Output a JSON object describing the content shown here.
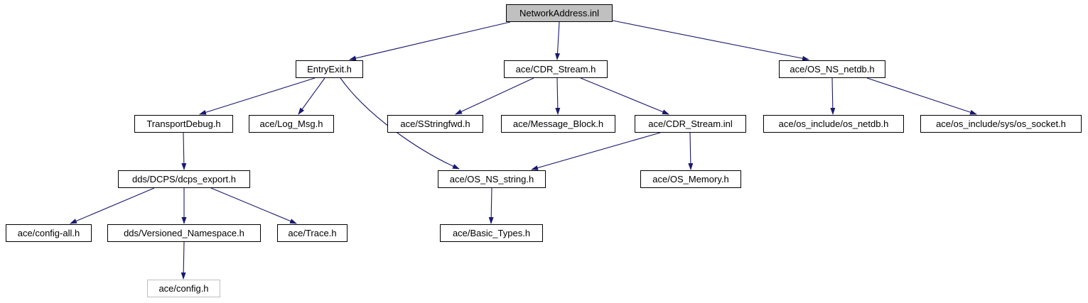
{
  "colors": {
    "edge": "#191970",
    "node_border": "#000000",
    "root_fill": "#c0c0c0",
    "undocumented_border": "#bebebe",
    "background": "#ffffff"
  },
  "nodes": [
    {
      "id": "NetworkAddress.inl",
      "label": "NetworkAddress.inl",
      "kind": "root"
    },
    {
      "id": "EntryExit.h",
      "label": "EntryExit.h",
      "kind": "normal"
    },
    {
      "id": "ace/CDR_Stream.h",
      "label": "ace/CDR_Stream.h",
      "kind": "normal"
    },
    {
      "id": "ace/OS_NS_netdb.h",
      "label": "ace/OS_NS_netdb.h",
      "kind": "normal"
    },
    {
      "id": "TransportDebug.h",
      "label": "TransportDebug.h",
      "kind": "normal"
    },
    {
      "id": "ace/Log_Msg.h",
      "label": "ace/Log_Msg.h",
      "kind": "normal"
    },
    {
      "id": "ace/SStringfwd.h",
      "label": "ace/SStringfwd.h",
      "kind": "normal"
    },
    {
      "id": "ace/Message_Block.h",
      "label": "ace/Message_Block.h",
      "kind": "normal"
    },
    {
      "id": "ace/CDR_Stream.inl",
      "label": "ace/CDR_Stream.inl",
      "kind": "normal"
    },
    {
      "id": "ace/os_include/os_netdb.h",
      "label": "ace/os_include/os_netdb.h",
      "kind": "normal"
    },
    {
      "id": "ace/os_include/sys/os_socket.h",
      "label": "ace/os_include/sys/os_socket.h",
      "kind": "normal"
    },
    {
      "id": "dds/DCPS/dcps_export.h",
      "label": "dds/DCPS/dcps_export.h",
      "kind": "normal"
    },
    {
      "id": "ace/OS_NS_string.h",
      "label": "ace/OS_NS_string.h",
      "kind": "normal"
    },
    {
      "id": "ace/OS_Memory.h",
      "label": "ace/OS_Memory.h",
      "kind": "normal"
    },
    {
      "id": "ace/config-all.h",
      "label": "ace/config-all.h",
      "kind": "normal"
    },
    {
      "id": "dds/Versioned_Namespace.h",
      "label": "dds/Versioned_Namespace.h",
      "kind": "normal"
    },
    {
      "id": "ace/Trace.h",
      "label": "ace/Trace.h",
      "kind": "normal"
    },
    {
      "id": "ace/Basic_Types.h",
      "label": "ace/Basic_Types.h",
      "kind": "normal"
    },
    {
      "id": "ace/config.h",
      "label": "ace/config.h",
      "kind": "undocumented"
    }
  ],
  "edges": [
    {
      "from": "NetworkAddress.inl",
      "to": "EntryExit.h"
    },
    {
      "from": "NetworkAddress.inl",
      "to": "ace/CDR_Stream.h"
    },
    {
      "from": "NetworkAddress.inl",
      "to": "ace/OS_NS_netdb.h"
    },
    {
      "from": "EntryExit.h",
      "to": "TransportDebug.h"
    },
    {
      "from": "EntryExit.h",
      "to": "ace/Log_Msg.h"
    },
    {
      "from": "EntryExit.h",
      "to": "ace/OS_NS_string.h"
    },
    {
      "from": "ace/CDR_Stream.h",
      "to": "ace/SStringfwd.h"
    },
    {
      "from": "ace/CDR_Stream.h",
      "to": "ace/Message_Block.h"
    },
    {
      "from": "ace/CDR_Stream.h",
      "to": "ace/CDR_Stream.inl"
    },
    {
      "from": "ace/OS_NS_netdb.h",
      "to": "ace/os_include/os_netdb.h"
    },
    {
      "from": "ace/OS_NS_netdb.h",
      "to": "ace/os_include/sys/os_socket.h"
    },
    {
      "from": "TransportDebug.h",
      "to": "dds/DCPS/dcps_export.h"
    },
    {
      "from": "ace/CDR_Stream.inl",
      "to": "ace/OS_NS_string.h"
    },
    {
      "from": "ace/CDR_Stream.inl",
      "to": "ace/OS_Memory.h"
    },
    {
      "from": "dds/DCPS/dcps_export.h",
      "to": "ace/config-all.h"
    },
    {
      "from": "dds/DCPS/dcps_export.h",
      "to": "dds/Versioned_Namespace.h"
    },
    {
      "from": "dds/DCPS/dcps_export.h",
      "to": "ace/Trace.h"
    },
    {
      "from": "ace/OS_NS_string.h",
      "to": "ace/Basic_Types.h"
    },
    {
      "from": "dds/Versioned_Namespace.h",
      "to": "ace/config.h"
    }
  ]
}
